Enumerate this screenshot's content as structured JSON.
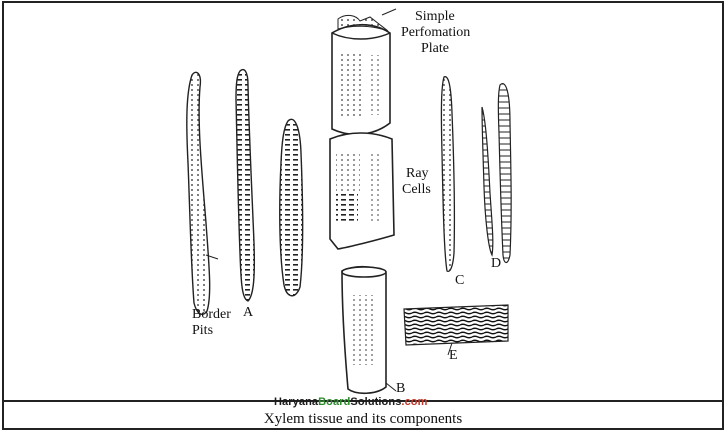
{
  "labels": {
    "plate": [
      "Simple",
      "Perfomation",
      "Plate"
    ],
    "ray": [
      "Ray",
      "Cells"
    ],
    "border": [
      "Border",
      "Pits"
    ],
    "a": "A",
    "b": "B",
    "c": "C",
    "d": "D",
    "e": "E"
  },
  "watermark": {
    "part1": "Haryana",
    "part2": "Board",
    "part3": "Solutions",
    "part4": ".com"
  },
  "caption": "Xylem tissue and its components"
}
